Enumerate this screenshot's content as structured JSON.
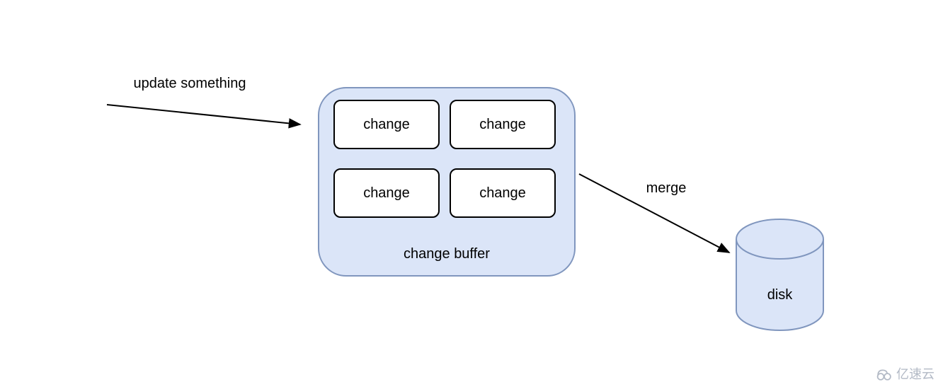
{
  "diagram": {
    "labels": {
      "update": "update something",
      "merge": "merge"
    },
    "change_buffer": {
      "title": "change buffer",
      "cells": [
        {
          "label": "change"
        },
        {
          "label": "change"
        },
        {
          "label": "change"
        },
        {
          "label": "change"
        }
      ]
    },
    "disk": {
      "label": "disk"
    }
  },
  "watermark": {
    "logo_icon": "cloud",
    "text": "亿速云"
  },
  "colors": {
    "background": "#ffffff",
    "shape_fill": "#dbe5f8",
    "shape_stroke": "#8096be",
    "cell_fill": "#ffffff",
    "cell_stroke": "#000000",
    "arrow": "#000000",
    "text": "#000000",
    "watermark": "#b3bac6"
  }
}
